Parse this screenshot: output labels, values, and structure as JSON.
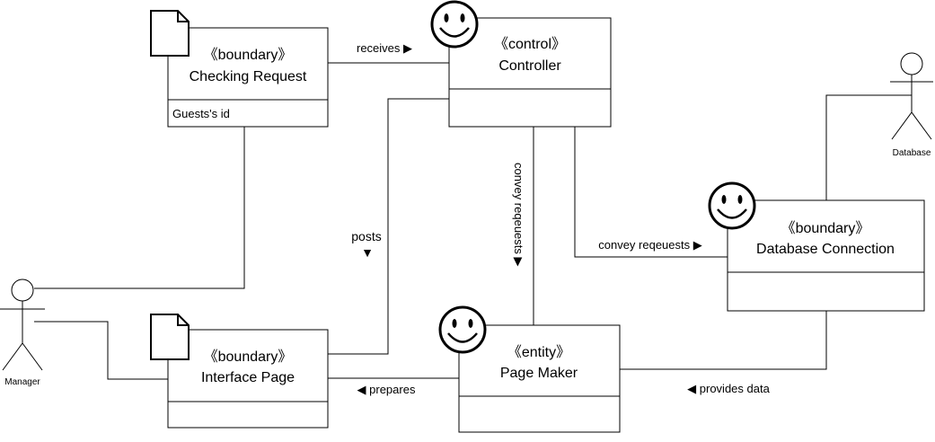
{
  "classes": {
    "checking_request": {
      "stereotype": "《boundary》",
      "name": "Checking Request",
      "attribute": "Guests's id"
    },
    "controller": {
      "stereotype": "《control》",
      "name": "Controller"
    },
    "database_connection": {
      "stereotype": "《boundary》",
      "name": "Database Connection"
    },
    "interface_page": {
      "stereotype": "《boundary》",
      "name": "Interface Page"
    },
    "page_maker": {
      "stereotype": "《entity》",
      "name": "Page Maker"
    }
  },
  "actors": {
    "manager": "Manager",
    "database": "Database"
  },
  "connections": {
    "receives": "receives ▶",
    "posts": "posts",
    "posts_arrow": "▼",
    "convey_vertical": "convey reqeuests ▶",
    "convey_horizontal": "convey reqeuests ▶",
    "prepares": "◀ prepares",
    "provides_data": "◀ provides data"
  },
  "icons": {
    "document": "document-icon",
    "smiley": "smiley-face-icon",
    "stick_figure": "stick-figure-icon"
  },
  "colors": {
    "stroke": "#000000",
    "fill": "#ffffff"
  }
}
